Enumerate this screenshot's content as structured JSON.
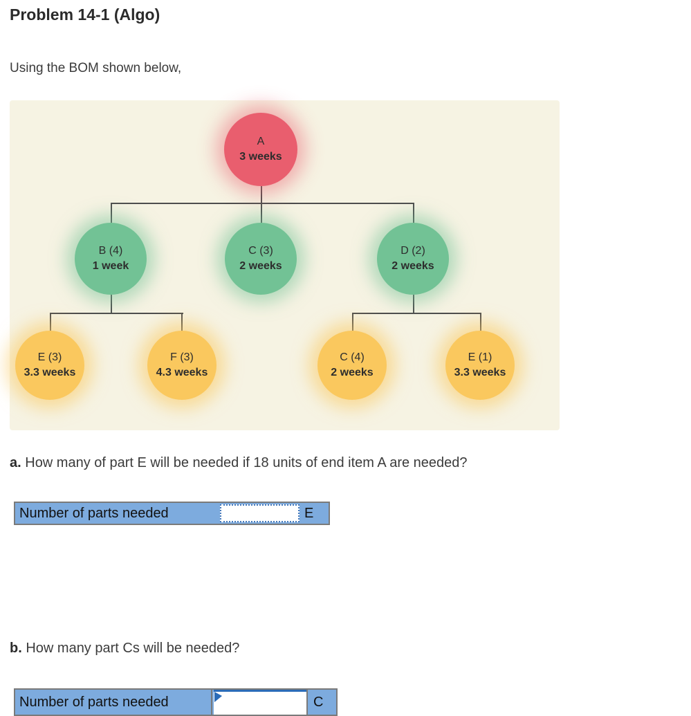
{
  "header": {
    "title": "Problem 14-1 (Algo)",
    "intro": "Using the BOM shown below,"
  },
  "colors": {
    "diagram_background": "#f6f3e3",
    "node_red": "#e95e6e",
    "node_green": "#72c295",
    "node_yellow": "#fac85e",
    "connector_line": "#4d4d4d",
    "answer_row_blue": "#7dabde",
    "answer_row_border": "#7a7a7a",
    "dotted_input_border": "#4579bb",
    "active_cell_blue": "#2b6cb8"
  },
  "bom": {
    "nodes": [
      {
        "id": "A",
        "label": "A",
        "lead_time": "3 weeks",
        "color_role": "red"
      },
      {
        "id": "B",
        "label": "B (4)",
        "lead_time": "1 week",
        "color_role": "green"
      },
      {
        "id": "C",
        "label": "C (3)",
        "lead_time": "2 weeks",
        "color_role": "green"
      },
      {
        "id": "D",
        "label": "D (2)",
        "lead_time": "2 weeks",
        "color_role": "green"
      },
      {
        "id": "E-under-B",
        "label": "E (3)",
        "lead_time": "3.3 weeks",
        "color_role": "yellow"
      },
      {
        "id": "F-under-B",
        "label": "F (3)",
        "lead_time": "4.3 weeks",
        "color_role": "yellow"
      },
      {
        "id": "C-under-D",
        "label": "C (4)",
        "lead_time": "2 weeks",
        "color_role": "yellow"
      },
      {
        "id": "E-under-D",
        "label": "E (1)",
        "lead_time": "3.3 weeks",
        "color_role": "yellow"
      }
    ]
  },
  "questions": {
    "a": {
      "prefix": "a.",
      "text": " How many of part E will be needed if 18 units of end item A are needed?"
    },
    "b": {
      "prefix": "b.",
      "text": " How many part Cs will be needed?"
    }
  },
  "answers": {
    "a": {
      "label": "Number of parts needed",
      "value": "",
      "unit": "E"
    },
    "b": {
      "label": "Number of parts needed",
      "value": "",
      "unit": "C"
    }
  }
}
